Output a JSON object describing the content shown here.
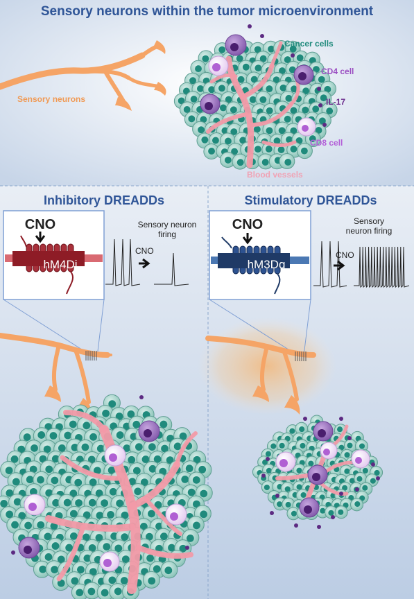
{
  "title": "Sensory neurons within the tumor microenvironment",
  "labels": {
    "sensory_neurons": "Sensory neurons",
    "cancer_cells": "Cancer cells",
    "cd4_cell": "CD4 cell",
    "il17": "IL-17",
    "cd8_cell": "CD8 cell",
    "blood_vessels": "Blood vessels"
  },
  "panels": {
    "inhibitory": {
      "title": "Inhibitory DREADDs",
      "ligand": "CNO",
      "receptor": "hM4Di",
      "firing_label": "Sensory neuron firing",
      "arrow_label": "CNO"
    },
    "stimulatory": {
      "title": "Stimulatory DREADDs",
      "ligand": "CNO",
      "receptor": "hM3Dq",
      "firing_label": "Sensory neuron firing",
      "arrow_label": "CNO"
    }
  },
  "colors": {
    "title": "#2f5597",
    "neuron": "#f5a466",
    "cancer_cell": "#9fd3c9",
    "cancer_nucleus": "#1f8a7c",
    "vessel": "#f29aa8",
    "cd4": "#9b72c0",
    "cd8": "#f3e4f7",
    "inhibitory_receptor": "#8e1c26",
    "stimulatory_receptor": "#1f3a66"
  }
}
